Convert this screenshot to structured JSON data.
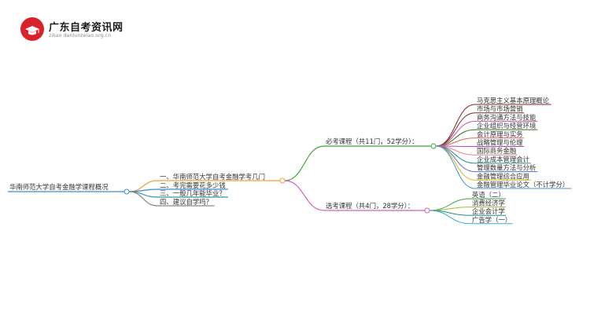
{
  "site": {
    "name": "广东自考资讯网",
    "domain": "zikao danlunzeiao.org.cn"
  },
  "mindmap": {
    "root": "华南师范大学自考金融学课程概况",
    "branches": [
      {
        "label": "一、华南师范大学自考金融学考几门",
        "color": "#f0a030",
        "children": [
          {
            "label": "必考课程（共11门，52学分）：",
            "color": "#3aa53a",
            "children": [
              {
                "label": "马克思主义基本原理概论",
                "color": "#7a2a2a"
              },
              {
                "label": "市场与市场营销",
                "color": "#7a2a2a"
              },
              {
                "label": "商务沟通方法与技能",
                "color": "#d04fa0"
              },
              {
                "label": "企业组织与经营环境",
                "color": "#3a6e2a"
              },
              {
                "label": "会计原理与实务",
                "color": "#e06060"
              },
              {
                "label": "战略管理与伦理",
                "color": "#c040c0"
              },
              {
                "label": "国际商务金融",
                "color": "#e08080"
              },
              {
                "label": "企业成本管理会计",
                "color": "#1f8f7f"
              },
              {
                "label": "管理数量方法与分析",
                "color": "#5a6ecf"
              },
              {
                "label": "金融管理综合应用",
                "color": "#e0b020"
              },
              {
                "label": "金融管理毕业论文（不计学分）",
                "color": "#3a9ad0"
              }
            ]
          },
          {
            "label": "选考课程（共4门，28学分）：",
            "color": "#d060c0",
            "children": [
              {
                "label": "英语（二）",
                "color": "#3aa53a"
              },
              {
                "label": "消费经济学",
                "color": "#a0c030"
              },
              {
                "label": "企业会计学",
                "color": "#1f8f7f"
              },
              {
                "label": "广告学（一）",
                "color": "#3aa8d8"
              }
            ]
          }
        ]
      },
      {
        "label": "二、考完需要花多少钱",
        "color": "#3a8ad8"
      },
      {
        "label": "三、一般几年能毕业？",
        "color": "#2a9a9a"
      },
      {
        "label": "四、建议自学吗？",
        "color": "#888888"
      }
    ]
  }
}
